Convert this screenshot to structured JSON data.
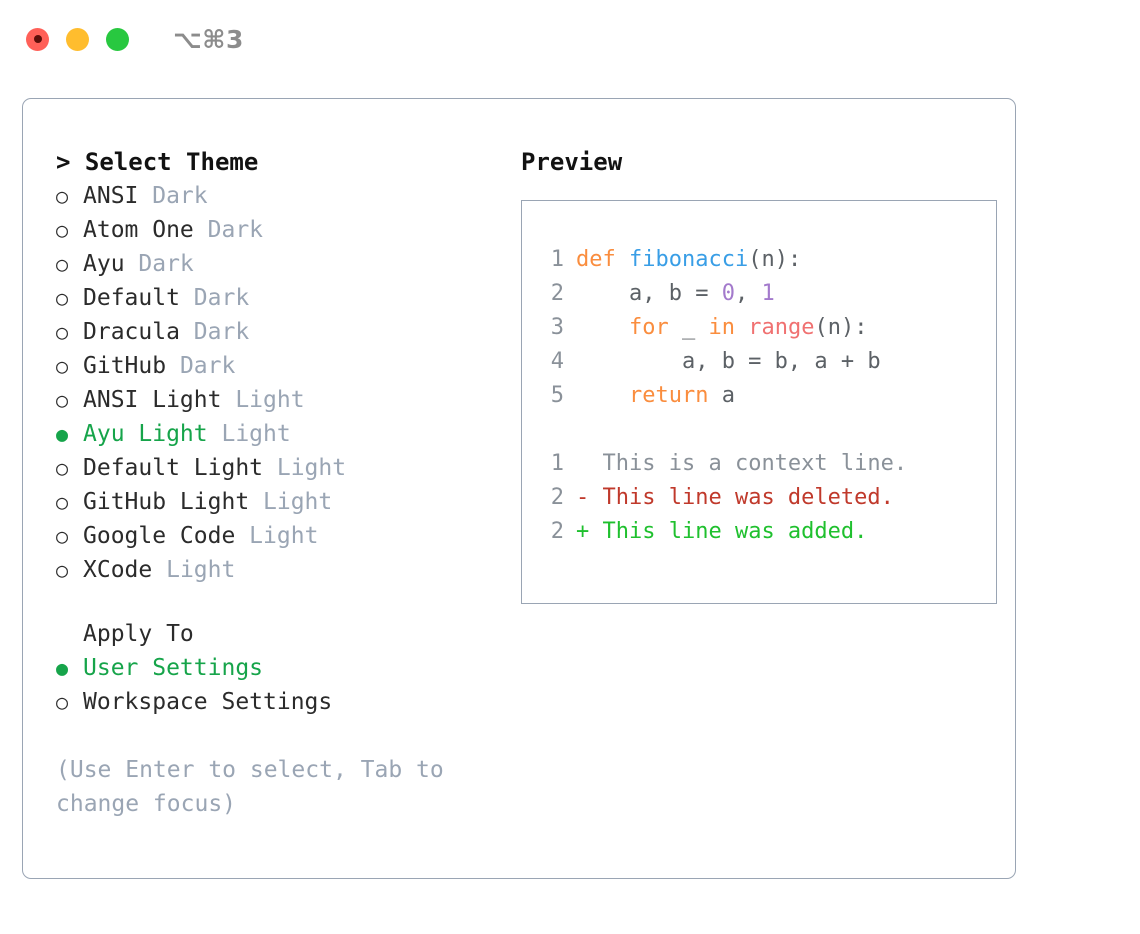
{
  "titlebar": {
    "shortcut": "⌥⌘3",
    "lights": [
      {
        "name": "close",
        "color": "#ff6058"
      },
      {
        "name": "minimize",
        "color": "#ffbd2e"
      },
      {
        "name": "maximize",
        "color": "#28c840"
      }
    ]
  },
  "left": {
    "section_title": "> Select Theme",
    "bullet_selected": "●",
    "bullet_unselected": "○",
    "themes": [
      {
        "label": "ANSI",
        "variant": "Dark",
        "selected": false
      },
      {
        "label": "Atom One",
        "variant": "Dark",
        "selected": false
      },
      {
        "label": "Ayu",
        "variant": "Dark",
        "selected": false
      },
      {
        "label": "Default",
        "variant": "Dark",
        "selected": false
      },
      {
        "label": "Dracula",
        "variant": "Dark",
        "selected": false
      },
      {
        "label": "GitHub",
        "variant": "Dark",
        "selected": false
      },
      {
        "label": "ANSI Light",
        "variant": "Light",
        "selected": false
      },
      {
        "label": "Ayu Light",
        "variant": "Light",
        "selected": true
      },
      {
        "label": "Default Light",
        "variant": "Light",
        "selected": false
      },
      {
        "label": "GitHub Light",
        "variant": "Light",
        "selected": false
      },
      {
        "label": "Google Code",
        "variant": "Light",
        "selected": false
      },
      {
        "label": "XCode",
        "variant": "Light",
        "selected": false
      }
    ],
    "apply_to_header": "Apply To",
    "apply_to": [
      {
        "label": "User Settings",
        "selected": true
      },
      {
        "label": "Workspace Settings",
        "selected": false
      }
    ],
    "help_text": "(Use Enter to select, Tab to change focus)"
  },
  "right": {
    "preview_title": "Preview",
    "code_lines": [
      {
        "num": "1",
        "tokens": [
          {
            "t": "def",
            "c": "kw"
          },
          {
            "t": " ",
            "c": "pl"
          },
          {
            "t": "fibonacci",
            "c": "fn"
          },
          {
            "t": "(n):",
            "c": "pl"
          }
        ]
      },
      {
        "num": "2",
        "tokens": [
          {
            "t": "    a, b = ",
            "c": "pl"
          },
          {
            "t": "0",
            "c": "num"
          },
          {
            "t": ", ",
            "c": "pl"
          },
          {
            "t": "1",
            "c": "num"
          }
        ]
      },
      {
        "num": "3",
        "tokens": [
          {
            "t": "    ",
            "c": "pl"
          },
          {
            "t": "for",
            "c": "kw"
          },
          {
            "t": " _ ",
            "c": "pl"
          },
          {
            "t": "in",
            "c": "kw"
          },
          {
            "t": " ",
            "c": "pl"
          },
          {
            "t": "range",
            "c": "bi"
          },
          {
            "t": "(n):",
            "c": "pl"
          }
        ]
      },
      {
        "num": "4",
        "tokens": [
          {
            "t": "        a, b = b, a + b",
            "c": "pl"
          }
        ]
      },
      {
        "num": "5",
        "tokens": [
          {
            "t": "    ",
            "c": "pl"
          },
          {
            "t": "return",
            "c": "kw"
          },
          {
            "t": " a",
            "c": "pl"
          }
        ]
      }
    ],
    "diff_lines": [
      {
        "num": "1",
        "marker": "  ",
        "text": "This is a context line.",
        "kind": "ctx"
      },
      {
        "num": "2",
        "marker": "- ",
        "text": "This line was deleted.",
        "kind": "del"
      },
      {
        "num": "2",
        "marker": "+ ",
        "text": "This line was added.",
        "kind": "add"
      }
    ]
  },
  "colors": {
    "keyword": "#fa8d3e",
    "function": "#399ee6",
    "number": "#a37acc",
    "builtin": "#f07171",
    "plain": "#5c6166",
    "gutter": "#8a9199",
    "context": "#8a9199",
    "deleted": "#c0392b",
    "added": "#1fc02e",
    "selected": "#16a44a",
    "muted": "#9aa5b4",
    "border": "#9aa5b4"
  }
}
